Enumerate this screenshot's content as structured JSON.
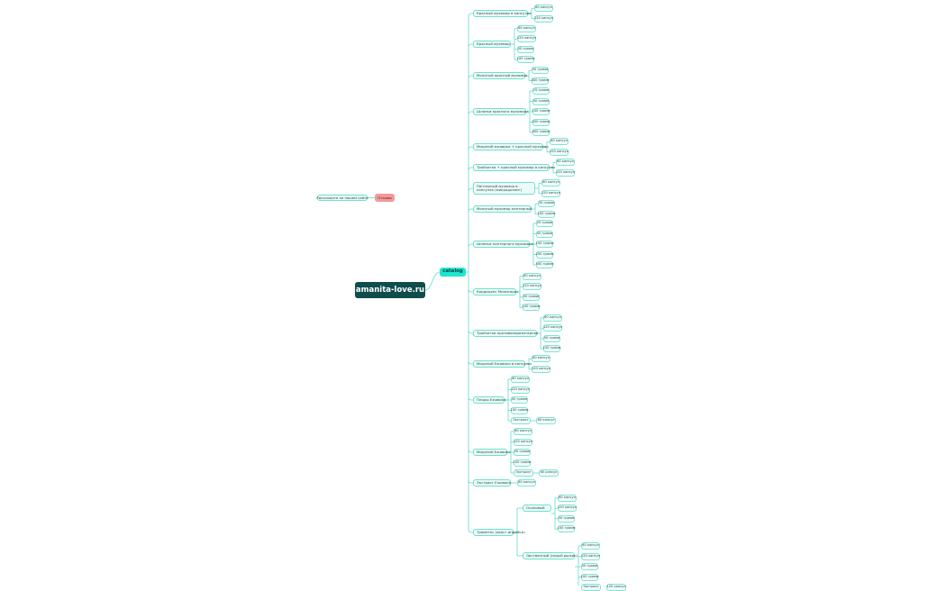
{
  "root": {
    "label": "amanita-love.ru"
  },
  "hub": {
    "label": "catalog"
  },
  "feedback": {
    "label": "Отзывы",
    "note": "Расскажите на нашем сайте"
  },
  "colors": {
    "root": "#0f4d4d",
    "hub": "#1ee6cf",
    "line": "#62dcc8",
    "feedback": "#f19a9a"
  },
  "categories": [
    {
      "label": "Красный мухомор в капсулах",
      "items": [
        "60 капсул",
        "120 капсул"
      ]
    },
    {
      "label": "Красный мухомор",
      "items": [
        "60 капсул",
        "120 капсул",
        "50 грамм",
        "100 грамм"
      ]
    },
    {
      "label": "Молотый красный мухомор",
      "items": [
        "50 грамм",
        "300 грамм"
      ]
    },
    {
      "label": "Шляпки красного мухомора",
      "items": [
        "25 грамм",
        "50 грамм",
        "100 грамм",
        "200 грамм",
        "500 грамм"
      ]
    },
    {
      "label": "Мицелий ежовика + красный мухомор",
      "items": [
        "60 капсул",
        "120 капсул"
      ]
    },
    {
      "label": "Тройчатка + красный мухомор в капсулах",
      "items": [
        "60 капсул",
        "120 капсул"
      ]
    },
    {
      "label": "Пантерный мухомор в капсулах (микродозинг)",
      "items": [
        "60 капсул",
        "120 капсул"
      ]
    },
    {
      "label": "Молотый мухомор пантерный",
      "items": [
        "30 грамм",
        "100 грамм"
      ]
    },
    {
      "label": "Шляпки пантерного мухомора",
      "items": [
        "25 грамм",
        "50 грамм",
        "100 грамм",
        "200 грамм",
        "500 грамм"
      ]
    },
    {
      "label": "Кордицепс Милитарис",
      "items": [
        "60 капсул",
        "120 капсул",
        "50 грамм",
        "100 грамм"
      ]
    },
    {
      "label": "Тройчатка противопаразитарная",
      "items": [
        "60 капсул",
        "120 капсул",
        "50 грамм",
        "150 грамм"
      ]
    },
    {
      "label": "Мицелий Ежовика в капсулах",
      "items": [
        "60 капсул",
        "120 капсул"
      ]
    },
    {
      "label": "Плоды Ежовика",
      "items": [
        "60 капсул",
        "120 капсул",
        "50 грамм",
        "100 грамм",
        "Экстракт"
      ],
      "extract": "60 капсул"
    },
    {
      "label": "Мицелий Ежовика",
      "items": [
        "60 капсул",
        "120 капсул",
        "50 грамм",
        "100 грамм",
        "Экстракт"
      ],
      "extract": "60 капсул"
    },
    {
      "label": "Экстракт Ежовика",
      "items": [
        "60 капсул"
      ]
    },
    {
      "label": "Траметес (хвост индейки)",
      "groups": [
        {
          "label": "Осиновый",
          "items": [
            "60 капсул",
            "120 капсул",
            "50 грамм",
            "100 грамм"
          ]
        },
        {
          "label": "Лиственный (серый рыжик)",
          "items": [
            "60 капсул",
            "120 капсул",
            "50 грамм",
            "100 грамм",
            "Экстракт"
          ],
          "extract": "120 капсул"
        }
      ]
    }
  ]
}
